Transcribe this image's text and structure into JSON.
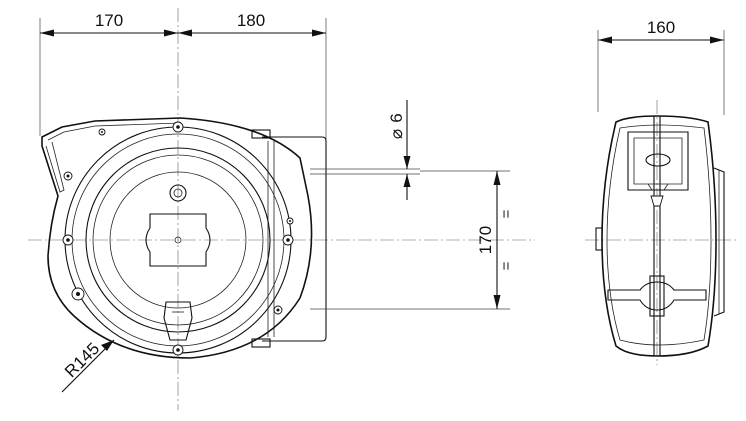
{
  "dimensions": {
    "left_width": "170",
    "right_width": "180",
    "side_width": "160",
    "hole_diameter": "6",
    "hole_spacing": "170",
    "radius": "R145",
    "diameter_symbol": "⌀",
    "equal_mark": "="
  }
}
